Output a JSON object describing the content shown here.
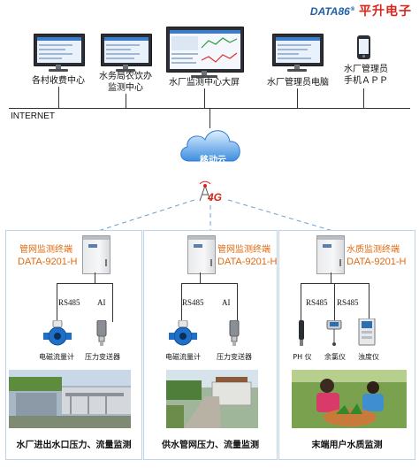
{
  "brand": {
    "name_en": "DATA86",
    "name_cn": "平升电子",
    "registered_mark": "®"
  },
  "terminals": [
    {
      "label": "各村收费中心",
      "icon": "desktop-monitor-icon"
    },
    {
      "label_line1": "水务局农饮办",
      "label_line2": "监测中心",
      "icon": "desktop-monitor-icon"
    },
    {
      "label": "水厂监测中心大屏",
      "icon": "large-screen-monitor-icon"
    },
    {
      "label": "水厂管理员电脑",
      "icon": "desktop-monitor-icon"
    },
    {
      "label_line1": "水厂管理员",
      "label_line2": "手机ＡＰＰ",
      "icon": "smartphone-icon"
    }
  ],
  "network": {
    "internet_label": "INTERNET",
    "cloud_label": "移动云",
    "wireless_label": "4G",
    "wireless_icon": "antenna-tower-icon"
  },
  "panels": [
    {
      "device_title": "管网监测终端",
      "device_model": "DATA-9201-H",
      "bus_labels": [
        "RS485",
        "AI"
      ],
      "sensors": [
        {
          "label": "电磁流量计",
          "icon": "electromagnetic-flowmeter-icon"
        },
        {
          "label": "压力变送器",
          "icon": "pressure-transmitter-icon"
        }
      ],
      "photo": "water-plant-photo",
      "caption": "水厂进出水口压力、流量监测"
    },
    {
      "device_title": "管网监测终端",
      "device_model": "DATA-9201-H",
      "bus_labels": [
        "RS485",
        "AI"
      ],
      "sensors": [
        {
          "label": "电磁流量计",
          "icon": "electromagnetic-flowmeter-icon"
        },
        {
          "label": "压力变送器",
          "icon": "pressure-transmitter-icon"
        }
      ],
      "photo": "village-pipeline-photo",
      "caption": "供水管网压力、流量监测"
    },
    {
      "device_title": "水质监测终端",
      "device_model": "DATA-9201-H",
      "bus_labels": [
        "RS485",
        "RS485"
      ],
      "sensors": [
        {
          "label": "PH 仪",
          "icon": "ph-meter-icon"
        },
        {
          "label": "余氯仪",
          "icon": "residual-chlorine-meter-icon"
        },
        {
          "label": "浊度仪",
          "icon": "turbidity-meter-icon"
        }
      ],
      "photo": "villagers-washing-vegetables-photo",
      "caption": "末端用户水质监测"
    }
  ],
  "colors": {
    "accent_orange": "#e06a10",
    "brand_blue": "#1f5fa8",
    "brand_red": "#d8261c",
    "panel_border": "#bcd3ea",
    "dashed_link": "#6f9fd0"
  }
}
